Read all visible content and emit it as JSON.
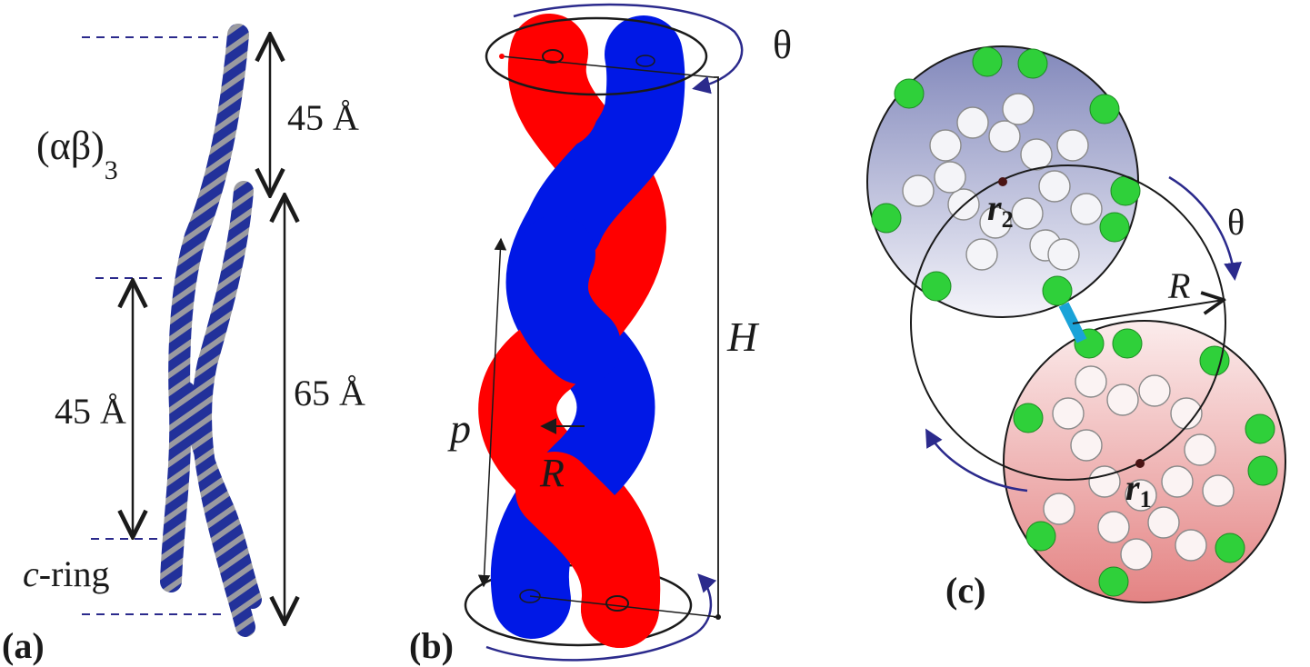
{
  "colors": {
    "strand_red": "#ff0000",
    "strand_blue": "#0018e6",
    "helix_blue": "#22319a",
    "helix_grey": "#9a9aa0",
    "arrow_navy": "#2b2a8c",
    "atom_green": "#2fd03a",
    "bond_cyan": "#1aa3d8",
    "sphere_top": "#8a8fbf",
    "sphere_bottom": "#e58a8a"
  },
  "panel_a": {
    "label": "(a)",
    "complex_label": "(αβ)",
    "complex_subscript": "3",
    "ring_label_italic": "c",
    "ring_label_rest": "-ring",
    "dim_upper": "45 Å",
    "dim_lower": "45 Å",
    "dim_total": "65 Å"
  },
  "panel_b": {
    "label": "(b)",
    "theta": "θ",
    "height": "H",
    "pitch": "p",
    "radius": "R"
  },
  "panel_c": {
    "label": "(c)",
    "theta": "θ",
    "radius": "R",
    "r2_base": "r",
    "r2_sub": "2",
    "r1_base": "r",
    "r1_sub": "1"
  }
}
